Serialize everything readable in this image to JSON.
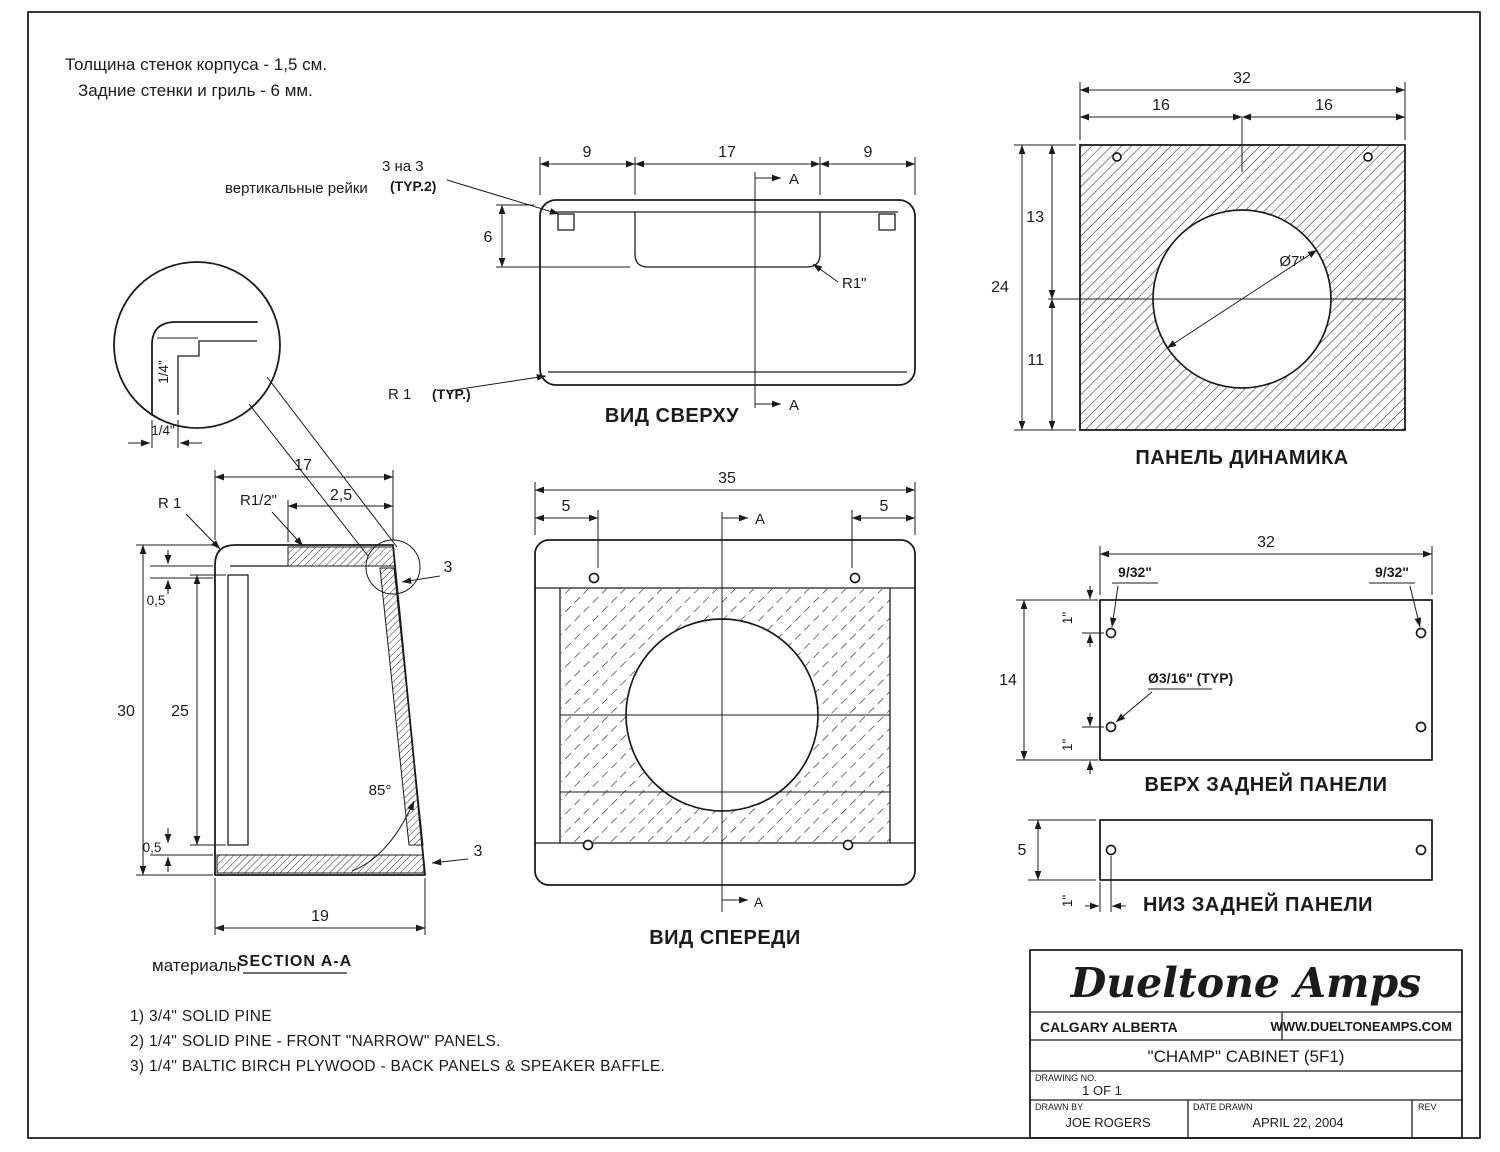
{
  "page": {
    "notes_line1": "Толщина стенок корпуса - 1,5 см.",
    "notes_line2": "Задние стенки и гриль - 6 мм."
  },
  "detail_view": {
    "dim_wall": "1/4\"",
    "dim_wall_outer": "1/4\""
  },
  "top_view": {
    "title": "ВИД СВЕРХУ",
    "dim_left": "9",
    "dim_center": "17",
    "dim_right": "9",
    "dim_recess_depth": "6",
    "rails_size": "3 на 3",
    "rails_typ": "(TYP.2)",
    "rails_label": "вертикальные рейки",
    "corner_radius": "R1\"",
    "radius_note": "R 1",
    "radius_note_typ": "(TYP.)",
    "section_marker_top": "A",
    "section_marker_bottom": "A"
  },
  "section_view": {
    "title": "SECTION A-A",
    "dim_top_width": "17",
    "dim_front_rail": "2,5",
    "radius_top": "R 1",
    "radius_front": "R1/2\"",
    "dim_rail_top": "3",
    "dim_gap_top": "0,5",
    "dim_height": "30",
    "dim_inner_height": "25",
    "angle_front": "85°",
    "dim_gap_bottom": "0,5",
    "dim_rail_bottom": "3",
    "dim_bottom_width": "19"
  },
  "front_view": {
    "title": "ВИД СПЕРЕДИ",
    "dim_width": "35",
    "dim_screw_left": "5",
    "dim_screw_right": "5",
    "section_marker_top": "A",
    "section_marker_bottom": "A"
  },
  "speaker_panel": {
    "title": "ПАНЕЛЬ ДИНАМИКА",
    "dim_width": "32",
    "dim_half_left": "16",
    "dim_half_right": "16",
    "dim_height": "24",
    "dim_upper": "13",
    "dim_lower": "11",
    "hole_diameter": "Ø7\""
  },
  "back_top_panel": {
    "title": "ВЕРХ ЗАДНЕЙ ПАНЕЛИ",
    "dim_width": "32",
    "dim_height": "14",
    "hole_offset_left": "9/32\"",
    "hole_offset_right": "9/32\"",
    "edge_offset_top": "1\"",
    "edge_offset_bottom": "1\"",
    "hole_diameter": "Ø3/16\" (TYP)"
  },
  "back_bottom_panel": {
    "title": "НИЗ ЗАДНЕЙ ПАНЕЛИ",
    "dim_height": "5",
    "edge_offset": "1\""
  },
  "materials": {
    "heading": "материалы",
    "items": [
      "1) 3/4\" SOLID PINE",
      "2) 1/4\" SOLID PINE  -  FRONT \"NARROW\" PANELS.",
      "3) 1/4\" BALTIC BIRCH PLYWOOD  -  BACK PANELS & SPEAKER BAFFLE."
    ]
  },
  "title_block": {
    "company": "Dueltone Amps",
    "location": "CALGARY ALBERTA",
    "website": "WWW.DUELTONEAMPS.COM",
    "drawing_title": "\"CHAMP\" CABINET (5F1)",
    "drawing_no_label": "DRAWING NO.",
    "drawing_no": "1 OF 1",
    "drawn_by_label": "DRAWN BY",
    "drawn_by": "JOE ROGERS",
    "date_label": "DATE DRAWN",
    "date": "APRIL 22, 2004",
    "rev_label": "REV"
  }
}
